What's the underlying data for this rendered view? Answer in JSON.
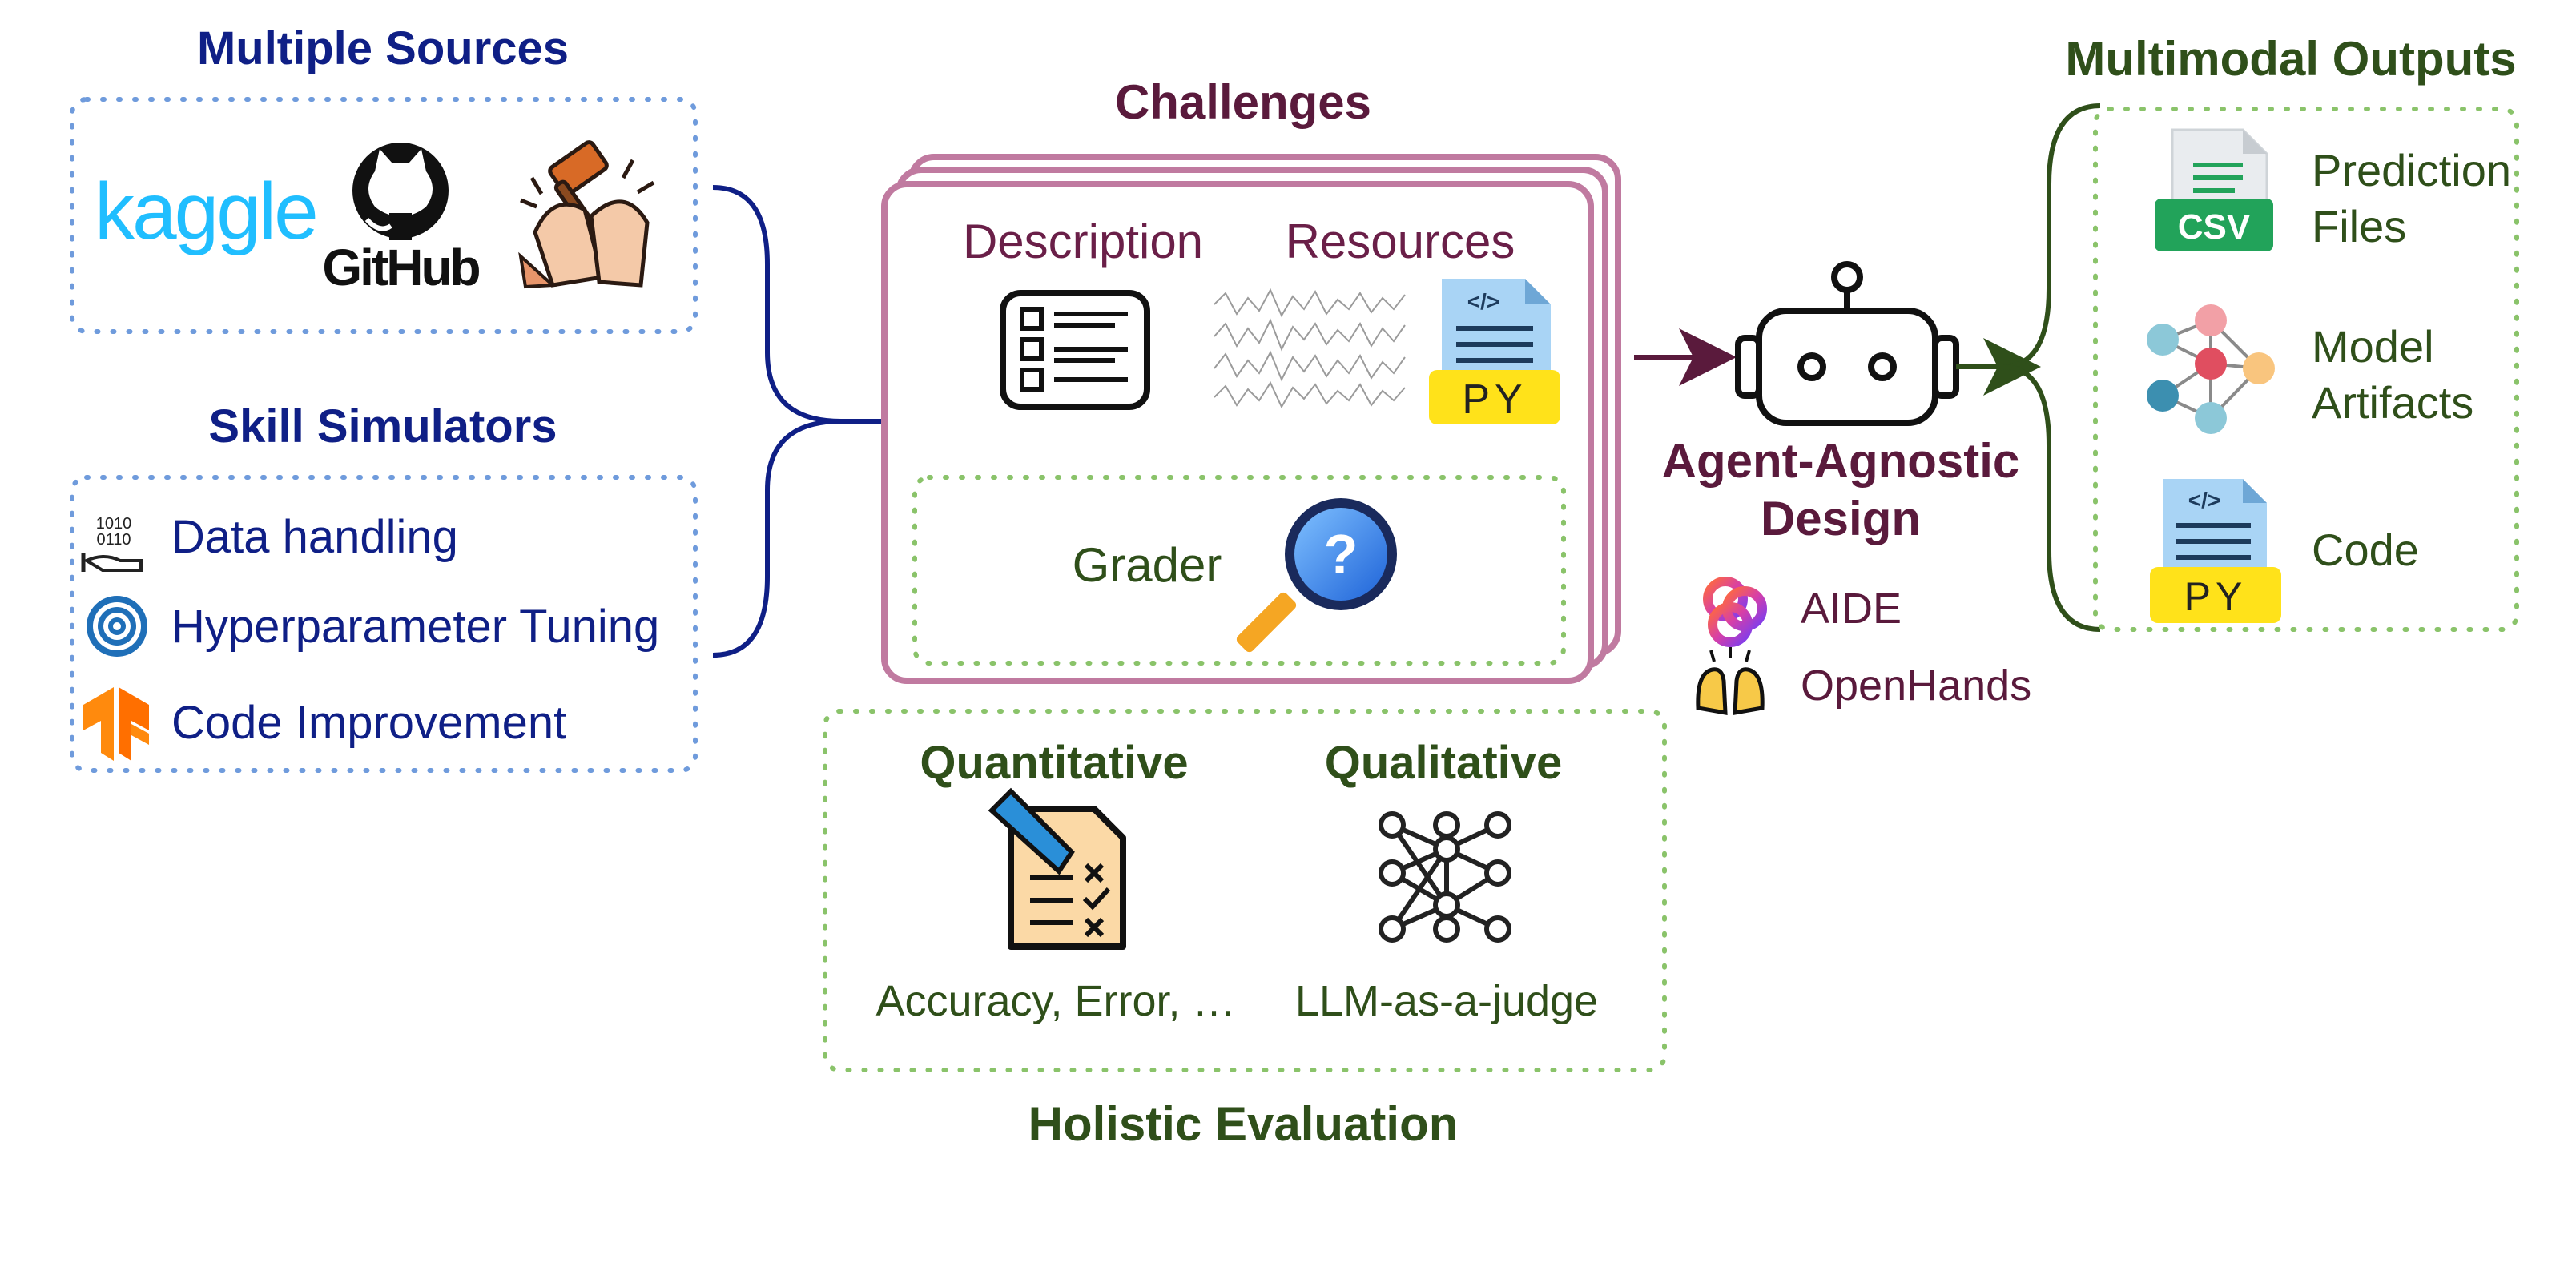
{
  "sources": {
    "title": "Multiple Sources",
    "kaggle_logo": "kaggle",
    "github_logo": "GitHub"
  },
  "simulators": {
    "title": "Skill Simulators",
    "items": [
      "Data handling",
      "Hyperparameter Tuning",
      "Code Improvement"
    ]
  },
  "challenges": {
    "title": "Challenges",
    "description": "Description",
    "resources": "Resources",
    "py_label": "PY",
    "grader": "Grader",
    "grader_symbol": "?"
  },
  "evaluation": {
    "title": "Holistic Evaluation",
    "quantitative": "Quantitative",
    "qualitative": "Qualitative",
    "quantitative_desc": "Accuracy, Error, …",
    "qualitative_desc": "LLM-as-a-judge"
  },
  "agent": {
    "title_line1": "Agent-Agnostic",
    "title_line2": "Design",
    "examples": [
      "AIDE",
      "OpenHands"
    ]
  },
  "outputs": {
    "title": "Multimodal Outputs",
    "csv_label": "CSV",
    "py_label": "PY",
    "items": [
      {
        "line1": "Prediction",
        "line2": "Files"
      },
      {
        "line1": "Model",
        "line2": "Artifacts"
      },
      {
        "line1": "Code",
        "line2": ""
      }
    ]
  },
  "colors": {
    "navy": "#0f1f86",
    "plum": "#5a1a3c",
    "green_dark": "#2f4f1a",
    "dot_blue": "#6f9bdc",
    "dot_green": "#8ac36a",
    "card_border": "#c07aa0",
    "kaggle": "#20beff",
    "gold": "#ffe21a"
  }
}
